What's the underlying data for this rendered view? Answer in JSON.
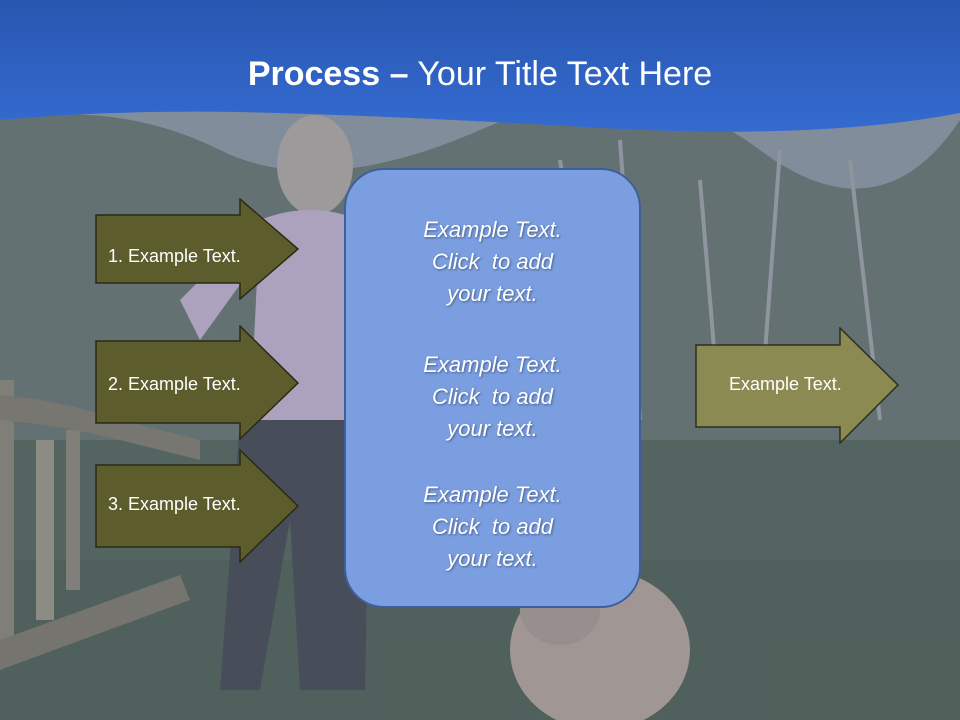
{
  "slide": {
    "title_bold": "Process",
    "title_dash": "–",
    "title_rest": "Your Title Text Here"
  },
  "left_arrows": [
    {
      "label": "1. Example Text."
    },
    {
      "label": "2. Example Text."
    },
    {
      "label": "3. Example Text."
    }
  ],
  "center_box": {
    "items": [
      {
        "line1": "Example Text.",
        "line2": "Click  to add",
        "line3": "your text."
      },
      {
        "line1": "Example Text.",
        "line2": "Click  to add",
        "line3": "your text."
      },
      {
        "line1": "Example Text.",
        "line2": "Click  to add",
        "line3": "your text."
      }
    ]
  },
  "right_arrow": {
    "label": "Example Text."
  },
  "colors": {
    "header_blue": "#2f63c4",
    "dark_arrow_fill": "#5c5c2c",
    "light_arrow_fill": "#8b8a52",
    "box_fill": "#7a9ee0",
    "box_border": "#3f5f9a"
  }
}
